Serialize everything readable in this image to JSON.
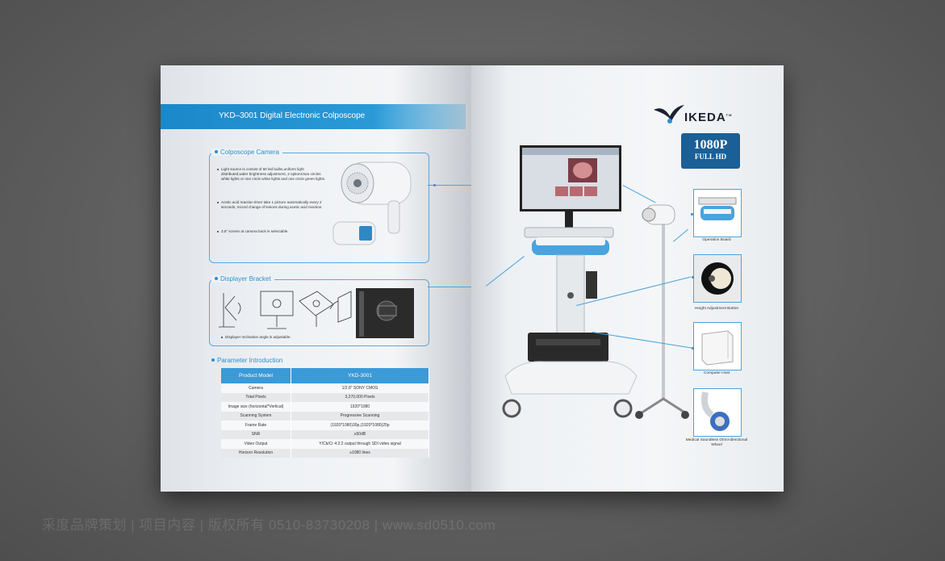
{
  "brochure": {
    "banner_title": "YKD–3001  Digital Electronic Colposcope",
    "camera_section": {
      "title": "Colposcope Camera",
      "bullets": [
        "Light source is consist of 60 led bulbs,uniform light distributed,wider brightness adjustment, 2 options:two circles white lights or one circle white lights and one circle green lights.",
        "Acetic acid reaction timer take 1 picture automatically every 2 seconds, record change of lesions during acetic acid reaction.",
        "3.5\"  screen at camera back is selectable."
      ]
    },
    "bracket_section": {
      "title": "Displayer Bracket",
      "caption": "Displayer Inclination angle is adjustable."
    },
    "parameter_section": {
      "title": "Parameter Introduction",
      "headers": [
        "Product Model",
        "YKD-3001"
      ],
      "rows": [
        [
          "Camera",
          "1/2.8\"  SONY CMOS"
        ],
        [
          "Total Pixels",
          "3,270,000 Pixels"
        ],
        [
          "Image size (horizontal*Vertical)",
          "1920*1080"
        ],
        [
          "Scanning System",
          "Progressive Scanning"
        ],
        [
          "Frame Rate",
          "(1920*1080)30p,(1920*1080)25p"
        ],
        [
          "SNR",
          "≥50dB"
        ],
        [
          "Video Output",
          "Y/Cb/Cr 4:2:2 output through SDI video signal"
        ],
        [
          "Horizon Resolution",
          "≥1080 lines"
        ]
      ]
    },
    "brand": {
      "logo_text": "IKEDA",
      "trademark": "TM",
      "badge_line1": "1080P",
      "badge_line2": "FULL HD"
    },
    "features": [
      {
        "caption": "Operation Board"
      },
      {
        "caption": "Height Adjustment Button"
      },
      {
        "caption": "Computer Host"
      },
      {
        "caption": "Medical Soundless Omni-directional Wheel"
      }
    ],
    "watermark": "采度品牌策划 | 项目内容 | 版权所有 0510-83730208 | www.sd0510.com"
  },
  "colors": {
    "accent": "#2b8fce",
    "banner": "#1b88c9",
    "logo_dark": "#1a2230",
    "badge": "#1a5f96"
  }
}
